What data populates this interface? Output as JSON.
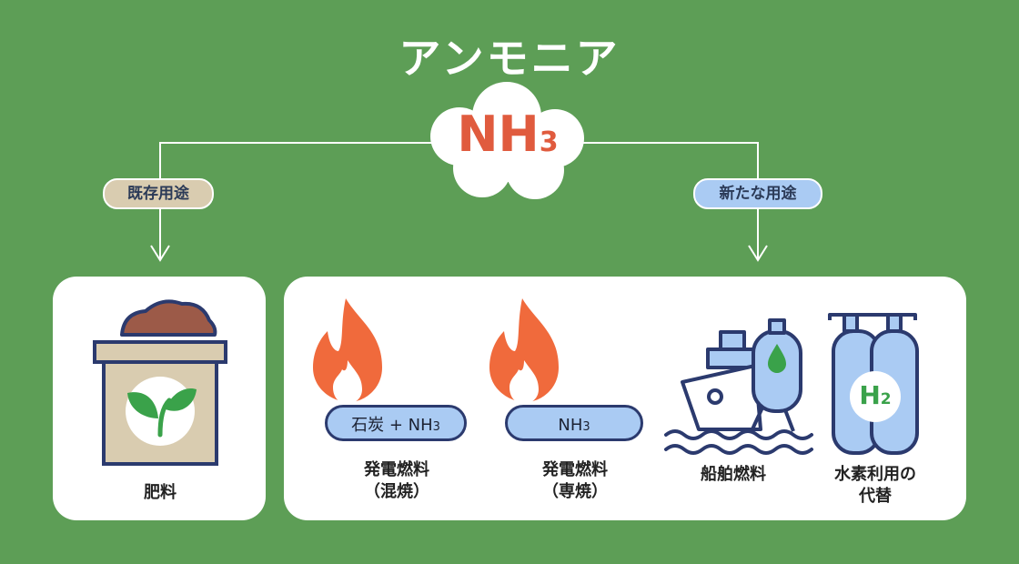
{
  "title": "アンモニア",
  "center": {
    "formula": "NH",
    "subscript": "3"
  },
  "tags": {
    "existing": "既存用途",
    "new": "新たな用途"
  },
  "items": {
    "fertilizer": {
      "label": "肥料"
    },
    "cofiring": {
      "pill_text": "石炭 + NH",
      "pill_sub": "3",
      "label_line1": "発電燃料",
      "label_line2": "（混焼）"
    },
    "monofuel": {
      "pill_text": "NH",
      "pill_sub": "3",
      "label_line1": "発電燃料",
      "label_line2": "（専焼）"
    },
    "ship": {
      "label": "船舶燃料"
    },
    "hydrogen": {
      "label_line1": "水素利用の",
      "label_line2": "代替",
      "tank_text": "H",
      "tank_sub": "2"
    }
  },
  "colors": {
    "background": "#5d9e56",
    "formula_red": "#e05b3e",
    "navy_outline": "#2b3a6e",
    "light_blue": "#aacbf3",
    "beige": "#d9ccb0",
    "flame_orange": "#f06a3c",
    "leaf_green": "#3aa24a"
  }
}
